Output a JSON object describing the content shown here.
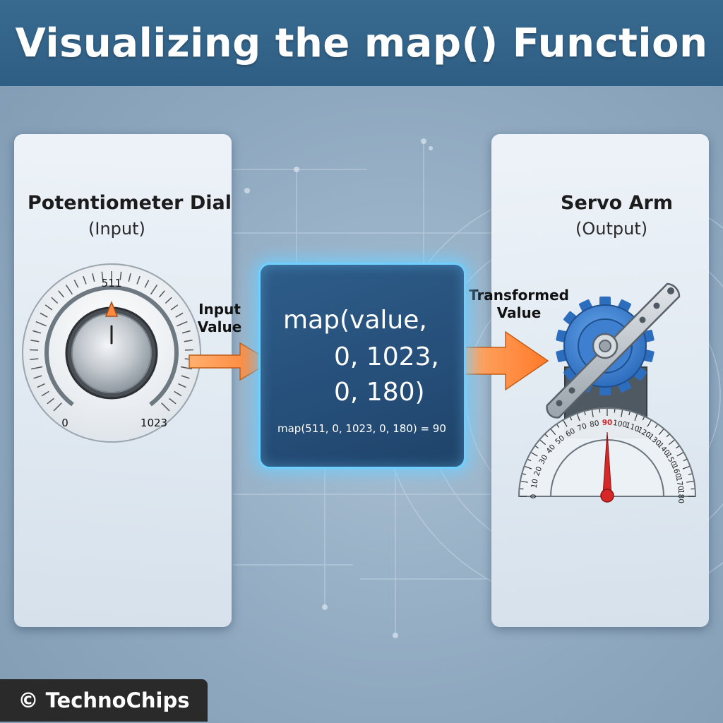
{
  "title": "Visualizing the map() Function",
  "input_panel": {
    "title": "Potentiometer Dial",
    "subtitle": "(Input)",
    "min_label": "0",
    "max_label": "1023",
    "value_label": "511"
  },
  "input_arrow": {
    "line1": "Input",
    "line2": "Value"
  },
  "map_box": {
    "line1": "map(value,",
    "line2": "0, 1023,",
    "line3": "0, 180)",
    "example": "map(511, 0, 1023, 0, 180) = 90"
  },
  "output_arrow": {
    "line1": "Transformed",
    "line2": "Value"
  },
  "output_panel": {
    "title": "Servo Arm",
    "subtitle": "(Output)",
    "scale_ticks": [
      "0",
      "10",
      "20",
      "30",
      "40",
      "50",
      "60",
      "70",
      "80",
      "90",
      "100",
      "110",
      "120",
      "130",
      "140",
      "150",
      "160",
      "170",
      "180"
    ],
    "pointer_value": 90
  },
  "credit": "© TechnoChips",
  "colors": {
    "title_bar": "#2f5e84",
    "arrow_orange": "#ff8a3d",
    "glow_blue": "#6fd0ff",
    "gear_blue": "#3d7fd0",
    "needle_red": "#d62828",
    "highlight_tick": "#d62828"
  }
}
